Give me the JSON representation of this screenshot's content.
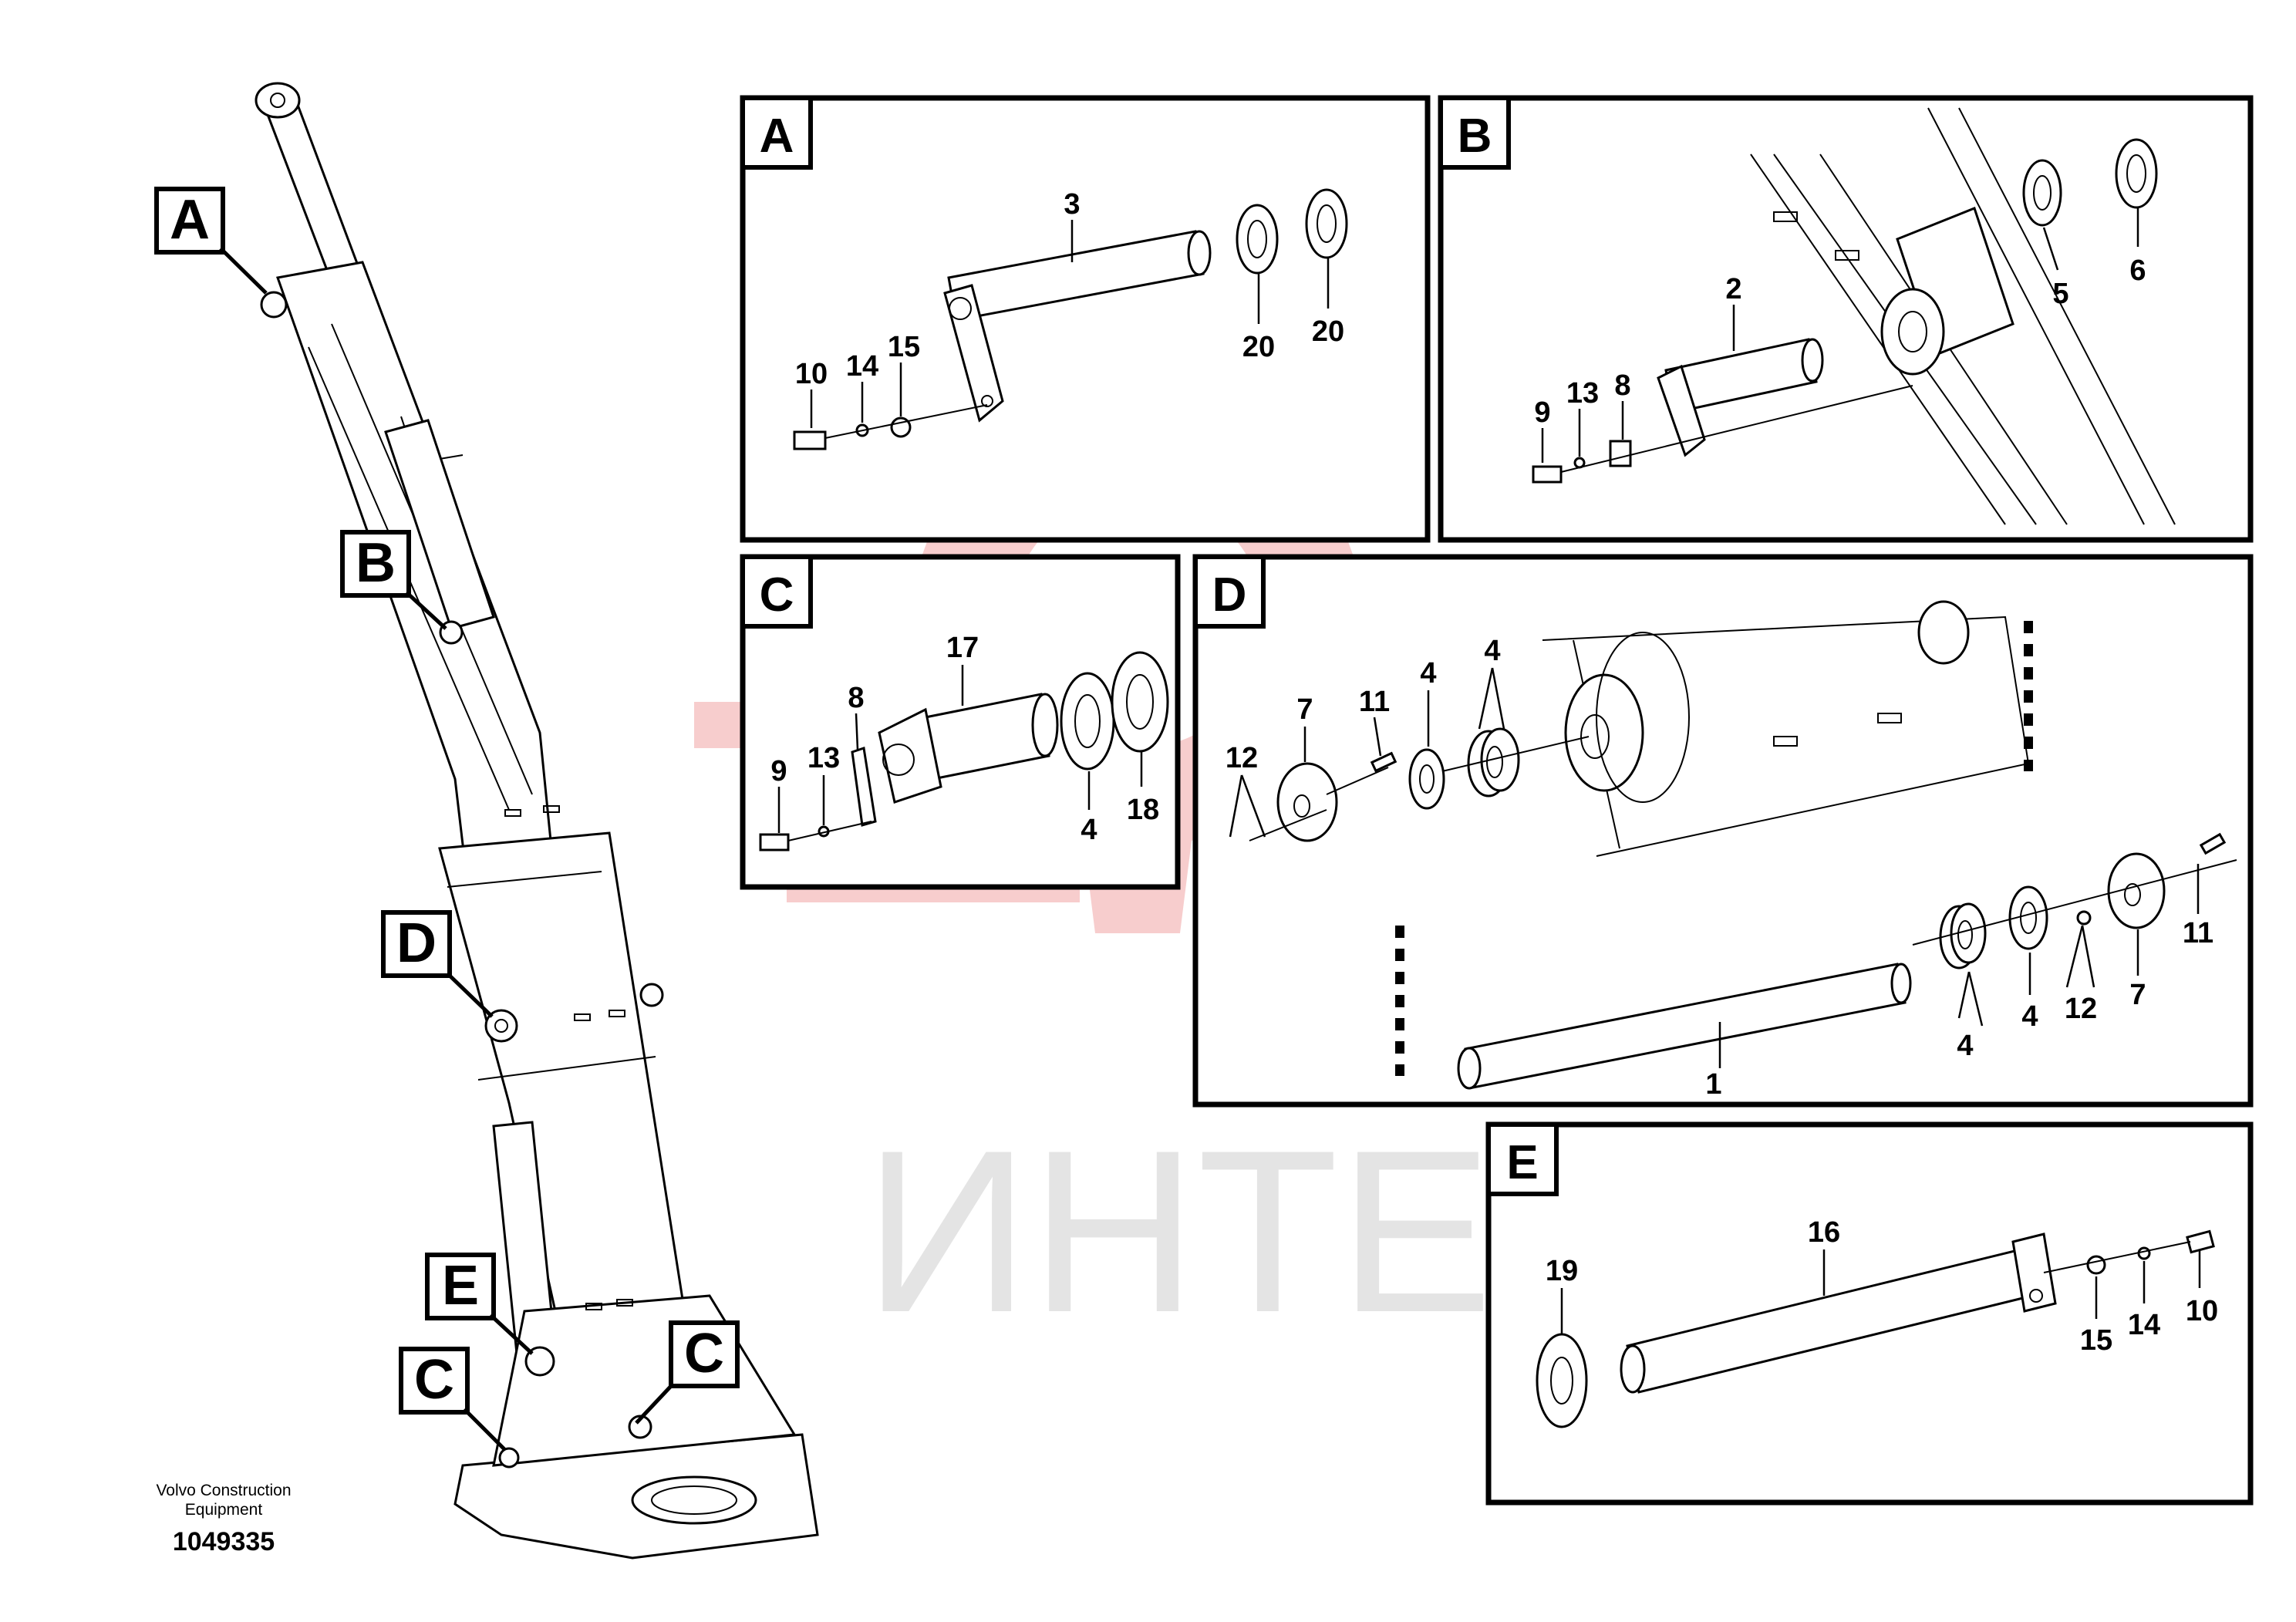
{
  "watermark": {
    "text": "ИНТЕХ"
  },
  "footer": {
    "company_line1": "Volvo Construction",
    "company_line2": "Equipment",
    "drawing_number": "1049335"
  },
  "callouts": {
    "A": "A",
    "B": "B",
    "C1": "C",
    "C2": "C",
    "D": "D",
    "E": "E"
  },
  "panels": {
    "A": {
      "letter": "A",
      "parts": [
        "3",
        "20",
        "20",
        "10",
        "14",
        "15"
      ]
    },
    "B": {
      "letter": "B",
      "parts": [
        "2",
        "5",
        "6",
        "9",
        "13",
        "8"
      ]
    },
    "C": {
      "letter": "C",
      "parts": [
        "17",
        "8",
        "13",
        "9",
        "4",
        "18"
      ]
    },
    "D": {
      "letter": "D",
      "parts": [
        "7",
        "11",
        "4",
        "4",
        "12",
        "1",
        "4",
        "4",
        "12",
        "7",
        "11"
      ]
    },
    "E": {
      "letter": "E",
      "parts": [
        "16",
        "19",
        "15",
        "14",
        "10"
      ]
    }
  },
  "colors": {
    "watermark_gear": "#f4b8b8",
    "watermark_text": "#e4e4e4",
    "line": "#000000"
  }
}
